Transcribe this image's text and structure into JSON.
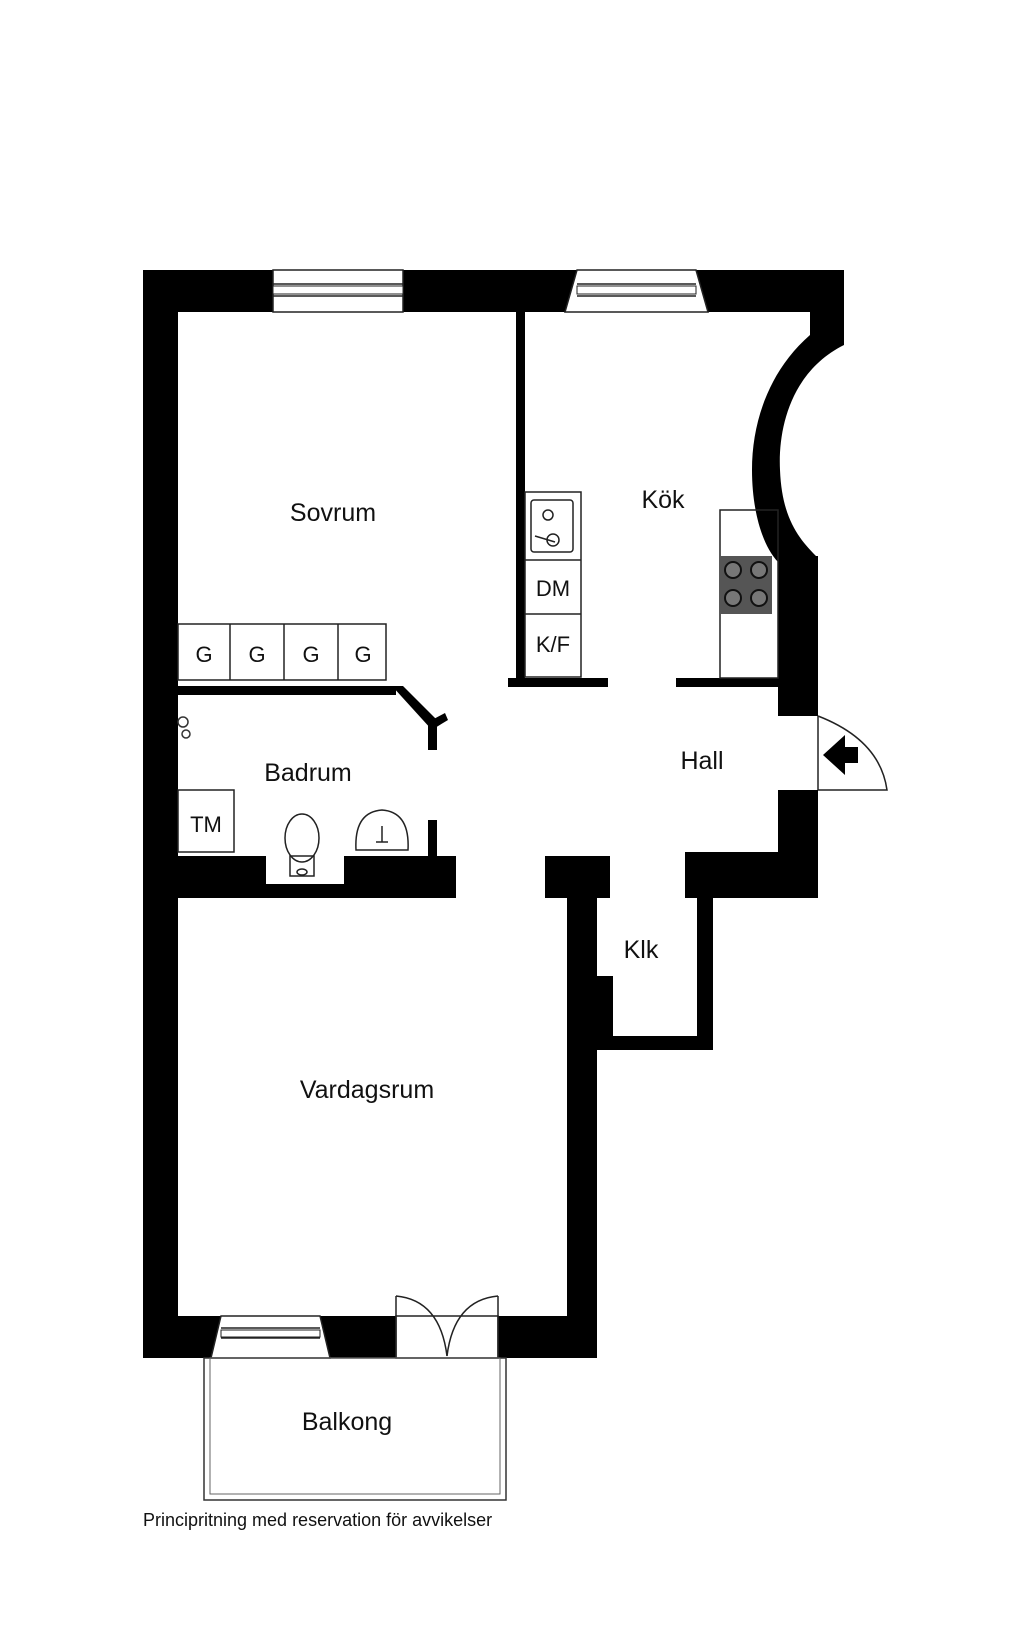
{
  "rooms": {
    "sovrum": "Sovrum",
    "kok": "Kök",
    "badrum": "Badrum",
    "hall": "Hall",
    "klk": "Klk",
    "vardagsrum": "Vardagsrum",
    "balkong": "Balkong"
  },
  "fixtures": {
    "dishwasher": "DM",
    "fridge_freezer": "K/F",
    "washing_machine": "TM",
    "wardrobes": [
      "G",
      "G",
      "G",
      "G"
    ]
  },
  "footnote": "Principritning med reservation för avvikelser",
  "colors": {
    "wall": "#000000",
    "background": "#ffffff",
    "line": "#222222"
  }
}
